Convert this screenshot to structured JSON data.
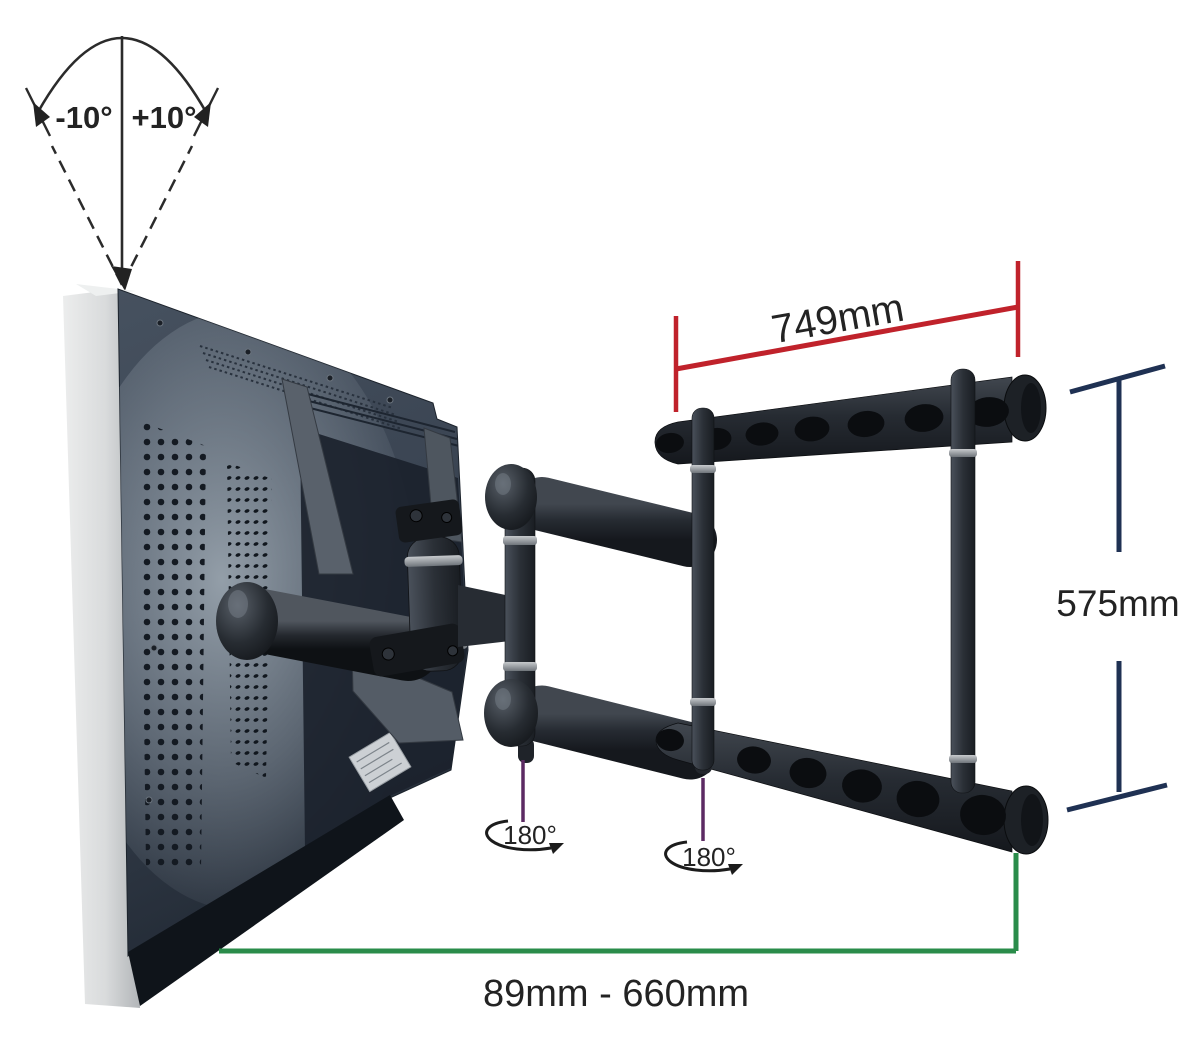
{
  "figure": {
    "type": "product-dimension-diagram",
    "subject": "Articulating TV wall mount bracket, rear view with tilt, swivel and dimension annotations"
  },
  "tilt_indicator": {
    "negative_label": "-10°",
    "positive_label": "+10°"
  },
  "dimensions": {
    "wall_bracket_width": {
      "label": "749mm",
      "line_color": "#c0222b"
    },
    "wall_bracket_height": {
      "label": "575mm",
      "line_color": "#1f3153"
    },
    "wall_distance_range": {
      "label": "89mm - 660mm",
      "line_color": "#2a8c4a"
    },
    "swivel_arm_front": {
      "label": "180°",
      "line_color": "#5c2b63"
    },
    "swivel_arm_rear": {
      "label": "180°",
      "line_color": "#5c2b63"
    }
  },
  "colors": {
    "annotation_text": "#232323",
    "mount_hardware": "#262b32",
    "tv_back_panel": "#3a4553",
    "tv_side_edge": "#d8dadc"
  }
}
